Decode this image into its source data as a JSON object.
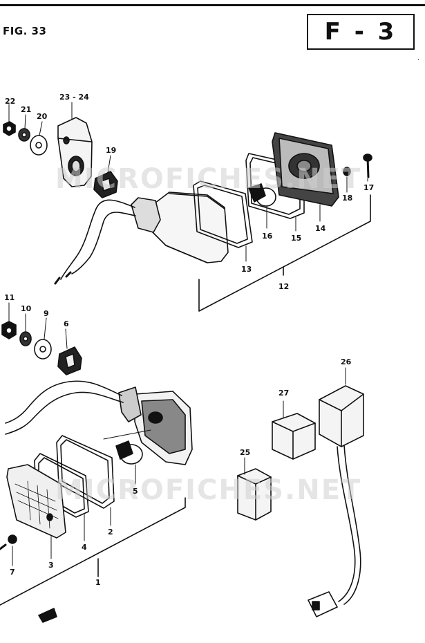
{
  "header": {
    "figure_label": "FIG. 33",
    "section_code": "F - 3"
  },
  "watermark": "MICROFICHES.NET",
  "callouts": {
    "p1": "1",
    "p2": "2",
    "p3": "3",
    "p4": "4",
    "p5": "5",
    "p6": "6",
    "p7": "7",
    "p9": "9",
    "p10": "10",
    "p11": "11",
    "p12": "12",
    "p13": "13",
    "p14": "14",
    "p15": "15",
    "p16": "16",
    "p17": "17",
    "p18": "18",
    "p19": "19",
    "p20": "20",
    "p21": "21",
    "p22": "22",
    "p23_24": "23 - 24",
    "p25": "25",
    "p26": "26",
    "p27": "27"
  },
  "colors": {
    "ink": "#111111",
    "watermark": "#d0d0d0"
  }
}
